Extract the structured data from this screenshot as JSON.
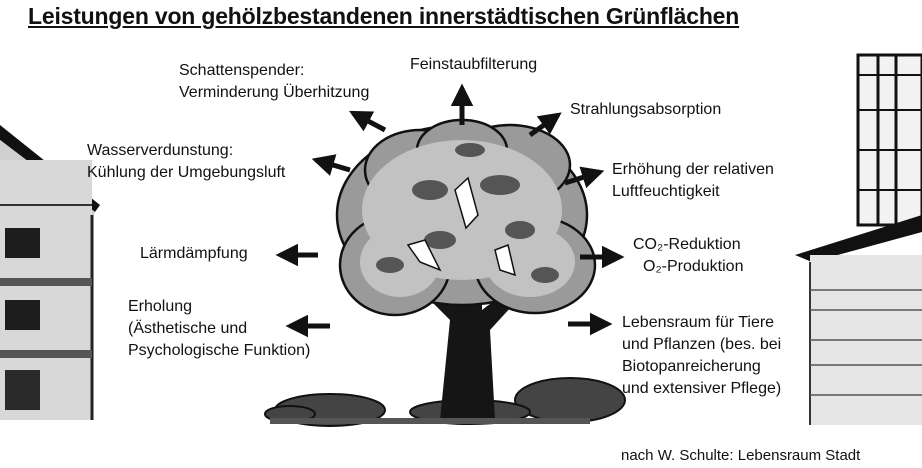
{
  "title": "Leistungen von gehölzbestandenen innerstädtischen Grünflächen",
  "labels": {
    "shade": [
      "Schattenspender:",
      "Verminderung Überhitzung"
    ],
    "dust": [
      "Feinstaubfilterung"
    ],
    "radiation": [
      "Strahlungsabsorption"
    ],
    "evaporation": [
      "Wasserverdunstung:",
      "Kühlung der Umgebungsluft"
    ],
    "humidity": [
      "Erhöhung der relativen",
      "Luftfeuchtigkeit"
    ],
    "noise": [
      "Lärmdämpfung"
    ],
    "co2": [
      "CO₂-Reduktion",
      "O₂-Produktion"
    ],
    "recreation": [
      "Erholung",
      "(Ästhetische und",
      "Psychologische Funktion)"
    ],
    "habitat": [
      "Lebensraum für Tiere",
      "und Pflanzen (bes. bei",
      "Biotopanreicherung",
      "und extensiver Pflege)"
    ]
  },
  "credit": "nach W. Schulte: Lebensraum Stadt"
}
